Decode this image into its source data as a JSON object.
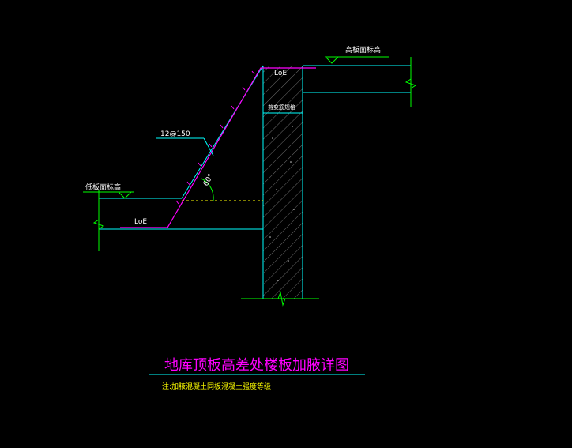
{
  "labels": {
    "high_slab_level": "高板面标高",
    "low_slab_level": "低板面标高",
    "rebar_spec": "12@150",
    "anchor_top": "LoE",
    "anchor_bottom": "LoE",
    "angle": "60°",
    "wall_note": "剪变筋规格"
  },
  "title": {
    "main": "地库顶板高差处楼板加腋详图",
    "note": "注:加腋混凝土同板混凝土强度等级"
  },
  "colors": {
    "background": "#000000",
    "wall_outline": "#00FFFF",
    "slab_line": "#00FFFF",
    "rebar": "#FF00FF",
    "dimension": "#00FF00",
    "dashed": "#FFFF00",
    "text": "#FFFFFF",
    "title": "#FF00FF",
    "note": "#FFFF00",
    "hatch": "#808080"
  }
}
